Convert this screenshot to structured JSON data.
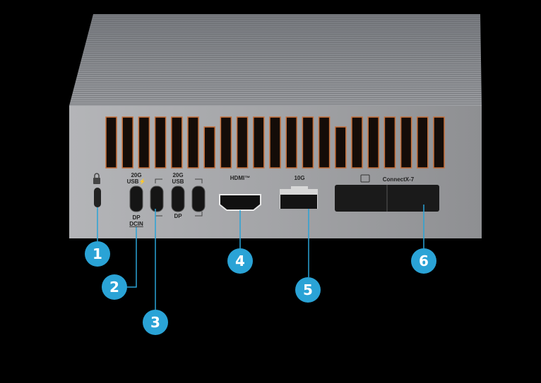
{
  "colors": {
    "callout": "#2aa3d6",
    "body": "#a9aaad",
    "vent_glow": "#c8703a",
    "background": "#000000"
  },
  "port_labels": {
    "usb_left_speed": "20G",
    "usb_left": "USB⚡",
    "dp_left": "DP",
    "dcin": "DCIN",
    "usb_group_speed": "20G",
    "usb_group": "USB",
    "dp_group": "DP",
    "hdmi": "HDMI™",
    "ethernet": "10G",
    "connectx": "ConnectX-7"
  },
  "callouts": [
    {
      "number": "1",
      "port": "lock-slot"
    },
    {
      "number": "2",
      "port": "usb-c-dcin"
    },
    {
      "number": "3",
      "port": "usb-c-dp"
    },
    {
      "number": "4",
      "port": "hdmi"
    },
    {
      "number": "5",
      "port": "ethernet-10g"
    },
    {
      "number": "6",
      "port": "connectx-7"
    }
  ]
}
